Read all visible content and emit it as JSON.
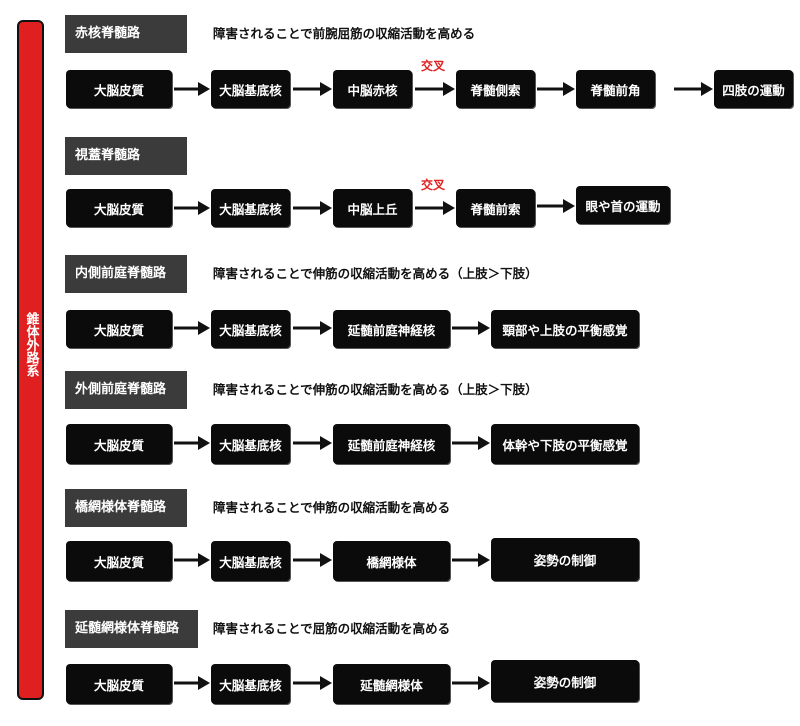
{
  "sidebar": {
    "label": "錐体外路系"
  },
  "tracts": [
    {
      "name": "赤核脊髄路",
      "description": "障害されることで前腕屈筋の収縮活動を高める",
      "nodes": [
        "大脳皮質",
        "大脳基底核",
        "中脳赤核",
        "脊髄側索",
        "脊髄前角",
        "四肢の運動"
      ],
      "crossing_label": "交叉"
    },
    {
      "name": "視蓋脊髄路",
      "description": "",
      "nodes": [
        "大脳皮質",
        "大脳基底核",
        "中脳上丘",
        "脊髄前索",
        "眼や首の運動"
      ],
      "crossing_label": "交叉"
    },
    {
      "name": "内側前庭脊髄路",
      "description": "障害されることで伸筋の収縮活動を高める（上肢＞下肢）",
      "nodes": [
        "大脳皮質",
        "大脳基底核",
        "延髄前庭神経核",
        "頸部や上肢の平衡感覚"
      ]
    },
    {
      "name": "外側前庭脊髄路",
      "description": "障害されることで伸筋の収縮活動を高める（上肢＞下肢）",
      "nodes": [
        "大脳皮質",
        "大脳基底核",
        "延髄前庭神経核",
        "体幹や下肢の平衡感覚"
      ]
    },
    {
      "name": "橋網様体脊髄路",
      "description": "障害されることで伸筋の収縮活動を高める",
      "nodes": [
        "大脳皮質",
        "大脳基底核",
        "橋網様体",
        "姿勢の制御"
      ]
    },
    {
      "name": "延髄網様体脊髄路",
      "description": "障害されることで屈筋の収縮活動を高める",
      "nodes": [
        "大脳皮質",
        "大脳基底核",
        "延髄網様体",
        "姿勢の制御"
      ]
    }
  ]
}
